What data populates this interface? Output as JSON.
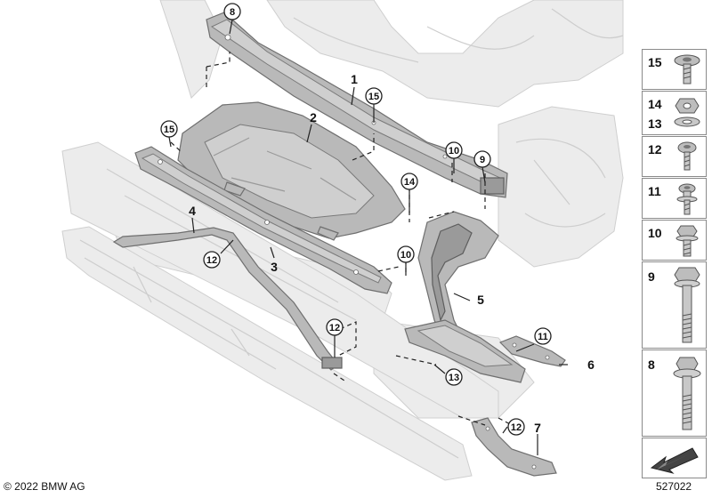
{
  "diagram": {
    "callouts": [
      {
        "id": "c8",
        "number": "8",
        "circled": true
      },
      {
        "id": "c1",
        "number": "1",
        "circled": false
      },
      {
        "id": "c15a",
        "number": "15",
        "circled": true
      },
      {
        "id": "c2",
        "number": "2",
        "circled": false
      },
      {
        "id": "c15b",
        "number": "15",
        "circled": true
      },
      {
        "id": "c10a",
        "number": "10",
        "circled": true
      },
      {
        "id": "c9",
        "number": "9",
        "circled": true
      },
      {
        "id": "c14",
        "number": "14",
        "circled": true
      },
      {
        "id": "c4",
        "number": "4",
        "circled": false
      },
      {
        "id": "c12a",
        "number": "12",
        "circled": true
      },
      {
        "id": "c3",
        "number": "3",
        "circled": false
      },
      {
        "id": "c10b",
        "number": "10",
        "circled": true
      },
      {
        "id": "c5",
        "number": "5",
        "circled": false
      },
      {
        "id": "c12b",
        "number": "12",
        "circled": true
      },
      {
        "id": "c11",
        "number": "11",
        "circled": true
      },
      {
        "id": "c6",
        "number": "6",
        "circled": false
      },
      {
        "id": "c13",
        "number": "13",
        "circled": true
      },
      {
        "id": "c12c",
        "number": "12",
        "circled": true
      },
      {
        "id": "c7",
        "number": "7",
        "circled": false
      }
    ]
  },
  "legend": {
    "items": [
      {
        "numbers": [
          "15"
        ],
        "icon": "torx-flange-screw-icon"
      },
      {
        "numbers": [
          "14",
          "13"
        ],
        "icon": "hex-nut-with-washer-icon"
      },
      {
        "numbers": [
          "12"
        ],
        "icon": "torx-screw-icon"
      },
      {
        "numbers": [
          "11"
        ],
        "icon": "torx-bolt-icon"
      },
      {
        "numbers": [
          "10"
        ],
        "icon": "hex-flange-bolt-icon"
      },
      {
        "numbers": [
          "9"
        ],
        "icon": "hex-bolt-long-icon"
      },
      {
        "numbers": [
          "8"
        ],
        "icon": "hex-bolt-washer-icon"
      }
    ],
    "direction_icon": "forward-arrow-icon"
  },
  "footer": {
    "copyright": "© 2022 BMW AG",
    "diagram_id": "527022"
  }
}
